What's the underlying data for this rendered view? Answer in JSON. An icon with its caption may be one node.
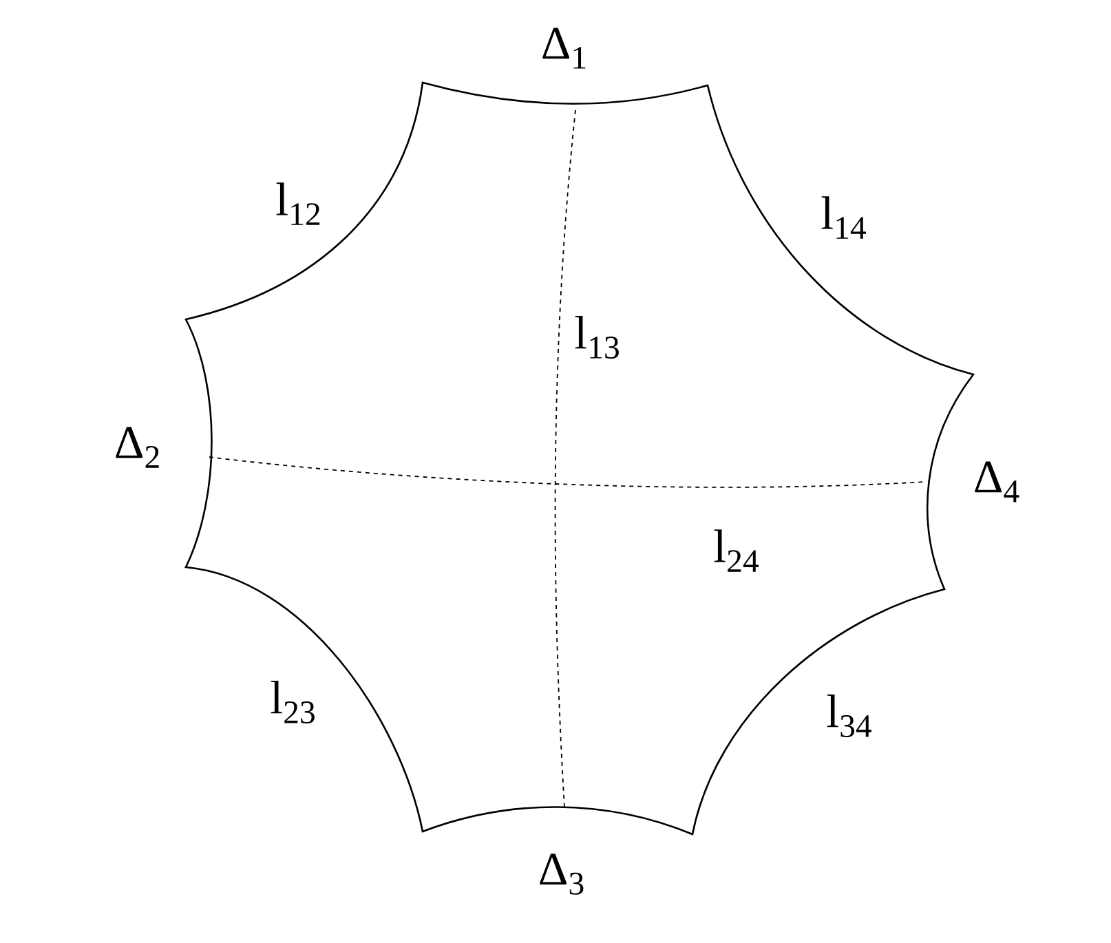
{
  "diagram": {
    "labels": [
      "Δ$_{1}$",
      "l$_{12}$",
      "l$_{14}$",
      "l$_{13}$",
      "Δ$_{2}$",
      "Δ$_{4}$",
      "l$_{24}$",
      "l$_{23}$",
      "l$_{34}$",
      "Δ$_{3}$"
    ]
  }
}
